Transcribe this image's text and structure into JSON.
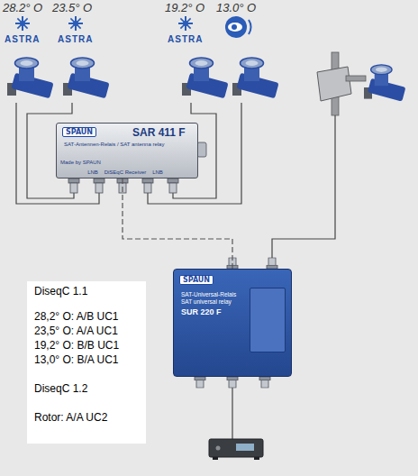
{
  "diagram": {
    "nodes": [
      {
        "text": [
          "SPAUN",
          "SAR 411 F",
          "SAT-Antennen-Relais / SAT antenna relay",
          "Made by SPAUN",
          "LNB",
          "DiSEqC Receiver",
          "LNB"
        ]
      },
      {
        "text": [
          "SPAUN",
          "SAT-Universal-Relais",
          "SAT universal relay",
          "SUR 220 F"
        ]
      },
      {
        "text": [
          "DiseqC 1.1",
          "28,2° O: A/B UC1",
          "23,5° O: A/A UC1",
          "19,2° O: B/B UC1",
          "13,0° O: B/A UC1",
          "DiseqC 1.2",
          "Rotor: A/A UC2"
        ]
      }
    ],
    "edges": [
      {
        "from": 0,
        "to": 1,
        "arrow": "none"
      }
    ],
    "labels": [
      "28.2° O",
      "23.5° O",
      "19.2° O",
      "13.0° O",
      "ASTRA",
      "ASTRA",
      "ASTRA"
    ]
  }
}
